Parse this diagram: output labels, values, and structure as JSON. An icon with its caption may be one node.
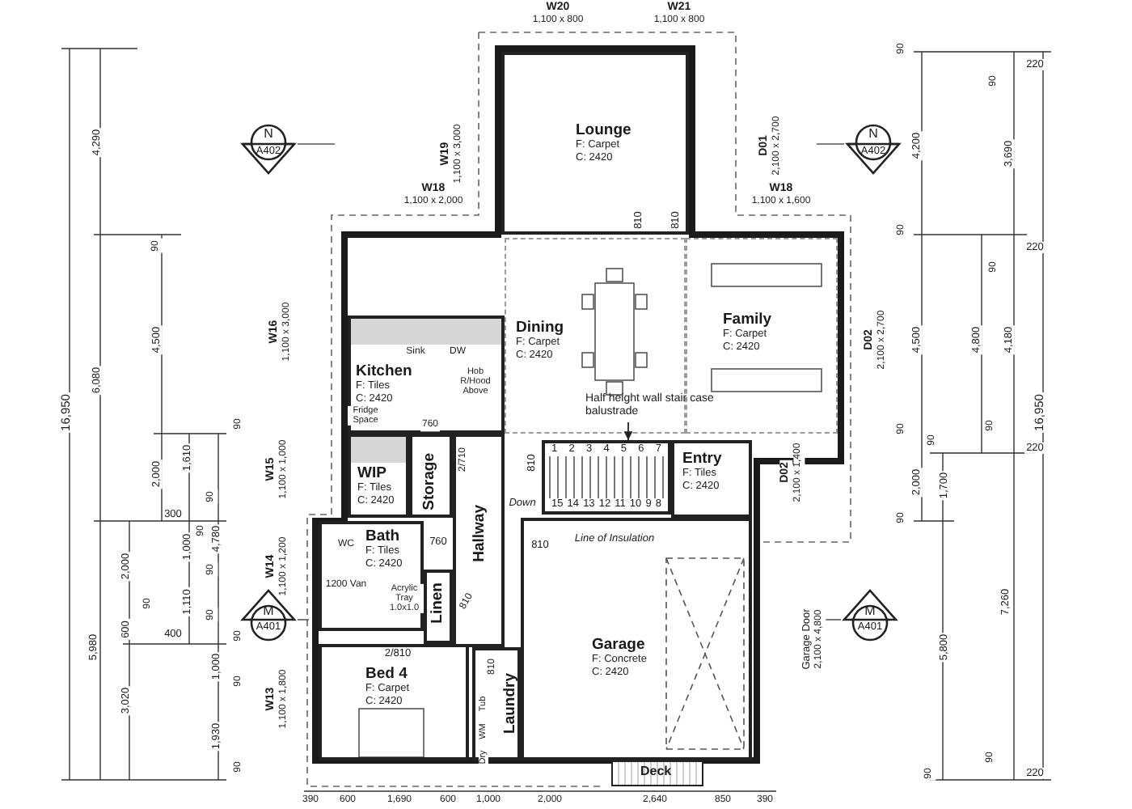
{
  "diagram": {
    "nodes": [
      {
        "text": [
          "N",
          "A402"
        ]
      },
      {
        "text": [
          "Lounge",
          "F: Carpet",
          "C: 2420"
        ]
      },
      {
        "text": [
          "N",
          "A402"
        ]
      },
      {
        "text": [
          "Dining",
          "F: Carpet",
          "C: 2420"
        ]
      },
      {
        "text": [
          "Family",
          "F: Carpet",
          "C: 2420"
        ]
      },
      {
        "text": [
          "Kitchen",
          "F: Tiles",
          "C: 2420"
        ]
      },
      {
        "text": [
          "Half height wall stair case balustrade"
        ]
      },
      {
        "text": [
          "WIP",
          "F: Tiles",
          "C: 2420"
        ]
      },
      {
        "text": [
          "Storage"
        ]
      },
      {
        "text": [
          "1 2 3 4 5 6 7",
          "15 14 13 12 11 10 9 8"
        ]
      },
      {
        "text": [
          "Entry",
          "F: Tiles",
          "C: 2420"
        ]
      },
      {
        "text": [
          "Hallway"
        ]
      },
      {
        "text": [
          "Bath",
          "F: Tiles",
          "C: 2420"
        ]
      },
      {
        "text": [
          "Linen"
        ]
      },
      {
        "text": [
          "Garage",
          "F: Concrete",
          "C: 2420"
        ]
      },
      {
        "text": [
          "M",
          "A401"
        ]
      },
      {
        "text": [
          "M",
          "A401"
        ]
      },
      {
        "text": [
          "Bed 4",
          "F: Carpet",
          "C: 2420"
        ]
      },
      {
        "text": [
          "Laundry"
        ]
      },
      {
        "text": [
          "Deck"
        ]
      }
    ],
    "edges": [
      {
        "from": 6,
        "to": 9,
        "arrow": "to"
      }
    ],
    "labels": [
      "W20",
      "1,100 x 800",
      "W21",
      "1,100 x 800",
      "4,290",
      "4,200",
      "3,690",
      "220",
      "90",
      "90",
      "W19",
      "1,100 x 3,000",
      "D01",
      "2,100 x 2,700",
      "W18",
      "1,100 x 2,000",
      "W18",
      "1,100 x 1,600",
      "810",
      "810",
      "90",
      "90",
      "220",
      "90",
      "W16",
      "1,100 x 3,000",
      "4,500",
      "6,080",
      "16,950",
      "D02",
      "2,100 x 2,700",
      "4,500",
      "4,800",
      "4,180",
      "16,950",
      "Sink",
      "DW",
      "Hob R/Hood Above",
      "Fridge Space",
      "760",
      "90",
      "90",
      "90",
      "90",
      "220",
      "2/710",
      "810",
      "2,000",
      "1,610",
      "2,000",
      "1,700",
      "D02",
      "2,100 x 1,400",
      "W15",
      "1,100 x 1,000",
      "Down",
      "300",
      "90",
      "90",
      "90",
      "Line of Insulation",
      "WC",
      "760",
      "810",
      "1,000",
      "4,780",
      "2,000",
      "90",
      "W14",
      "1,100 x 1,200",
      "1200 Van",
      "Acrylic Tray 1.0x1.0",
      "810",
      "1,110",
      "90",
      "90",
      "7,260",
      "600",
      "400",
      "90",
      "Garage Door",
      "2,100 x 4,800",
      "5,980",
      "5,800",
      "2/810",
      "810",
      "1,000",
      "90",
      "3,020",
      "W13",
      "1,100 x 1,800",
      "Tub",
      "WM",
      "Dry",
      "1,930",
      "90",
      "90",
      "90",
      "220",
      "390",
      "600",
      "1,690",
      "600",
      "1,000",
      "2,000",
      "2,640",
      "850",
      "390"
    ]
  }
}
